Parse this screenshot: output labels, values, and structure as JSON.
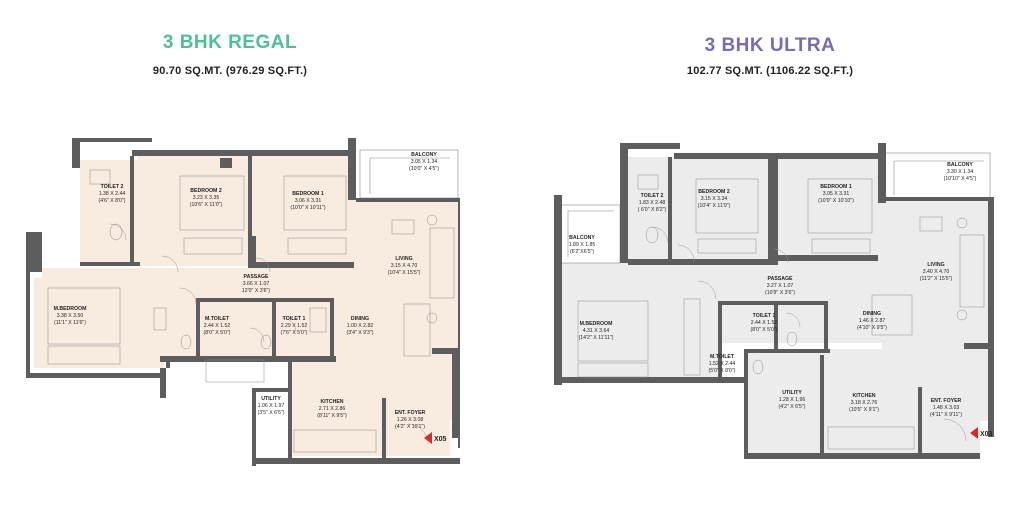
{
  "plans": [
    {
      "title": "3 BHK REGAL",
      "title_color": "#4fbf9a",
      "area": "90.70 SQ.MT. (976.29 SQ.FT.)",
      "floor_color": "#f8ebdf",
      "entry_marker": "X05",
      "rooms": {
        "toilet2": {
          "name": "TOILET 2",
          "size": "1.38 X 2.44",
          "ft": "(4'6\" X 8'0\")"
        },
        "bedroom2": {
          "name": "BEDROOM 2",
          "size": "3.23 X 3.35",
          "ft": "(10'6\" X 11'0\")"
        },
        "bedroom1": {
          "name": "BEDROOM 1",
          "size": "3.06 X 3.31",
          "ft": "(10'0\" X 10'11\")"
        },
        "balcony": {
          "name": "BALCONY",
          "size": "3.05 X 1.34",
          "ft": "(10'0\" X 4'5\")"
        },
        "living": {
          "name": "LIVING",
          "size": "3.15 X 4.70",
          "ft": "(10'4\" X 15'5\")"
        },
        "passage": {
          "name": "PASSAGE",
          "size": "3.66 X 1.07",
          "ft": "12'0\" X 3'6\")"
        },
        "mbedroom": {
          "name": "M.BEDROOM",
          "size": "3.38 X 3.50",
          "ft": "(11'1\" X 11'6\")"
        },
        "mtoilet": {
          "name": "M.TOILET",
          "size": "2.44 X 1.52",
          "ft": "(8'0\" X 5'0\")"
        },
        "toilet1": {
          "name": "TOILET 1",
          "size": "2.29 X 1.52",
          "ft": "(7'6\" X 5'0\")"
        },
        "dining": {
          "name": "DINING",
          "size": "1.00 X 2.82",
          "ft": "(3'4\" X 9'3\")"
        },
        "utility": {
          "name": "UTILITY",
          "size": "1.06 X 1.97",
          "ft": "(3'5\" X 6'5\")"
        },
        "kitchen": {
          "name": "KITCHEN",
          "size": "2.71 X 2.86",
          "ft": "(8'11\" X 9'5\")"
        },
        "foyer": {
          "name": "ENT. FOYER",
          "size": "1.26 X 3.08",
          "ft": "(4'2\" X 10'1\")"
        }
      }
    },
    {
      "title": "3 BHK ULTRA",
      "title_color": "#7b6bb0",
      "area": "102.77 SQ.MT. (1106.22 SQ.FT.)",
      "floor_color": "#ececec",
      "entry_marker": "X03",
      "rooms": {
        "toilet2": {
          "name": "TOILET 2",
          "size": "1.83 X 2.48",
          "ft": "( 6'0\" X 8'2\")"
        },
        "bedroom2": {
          "name": "BEDROOM 2",
          "size": "3.15 X 3.34",
          "ft": "(10'4\" X 11'0\")"
        },
        "bedroom1": {
          "name": "BEDROOM 1",
          "size": "3.05 X 3.31",
          "ft": "(10'0\" X 10'10\")"
        },
        "balcony": {
          "name": "BALCONY",
          "size": "3.30 X 1.34",
          "ft": "(10'10\" X 4'5\")"
        },
        "balcony2": {
          "name": "BALCONY",
          "size": "1.89 X 1.85",
          "ft": "(6'2\"X6'5\")"
        },
        "living": {
          "name": "LIVING",
          "size": "3.40 X 4.70",
          "ft": "(11'2\" X 15'5\")"
        },
        "passage": {
          "name": "PASSAGE",
          "size": "3.27 X 1.07",
          "ft": "(10'9\" X 3'6\")"
        },
        "mbedroom": {
          "name": "M.BEDROOM",
          "size": "4.31 X 3.64",
          "ft": "(14'2\" X 11'11\")"
        },
        "toilet1": {
          "name": "TOILET 1",
          "size": "2.44 X 1.52",
          "ft": "(8'0\" X 5'0\")"
        },
        "mtoilet": {
          "name": "M.TOILET",
          "size": "1.52 X 2.44",
          "ft": "(5'0\" X 8'0\")"
        },
        "dining": {
          "name": "DINING",
          "size": "1.46 X 2.87",
          "ft": "(4'10\" X 9'5\")"
        },
        "utility": {
          "name": "UTILITY",
          "size": "1.28 X 1.96",
          "ft": "(4'2\" X 6'5\")"
        },
        "kitchen": {
          "name": "KITCHEN",
          "size": "3.18 X 2.76",
          "ft": "(10'5\" X 9'1\")"
        },
        "foyer": {
          "name": "ENT. FOYER",
          "size": "1.48 X 3.03",
          "ft": "(4'11\" X 9'11\")"
        }
      }
    }
  ]
}
